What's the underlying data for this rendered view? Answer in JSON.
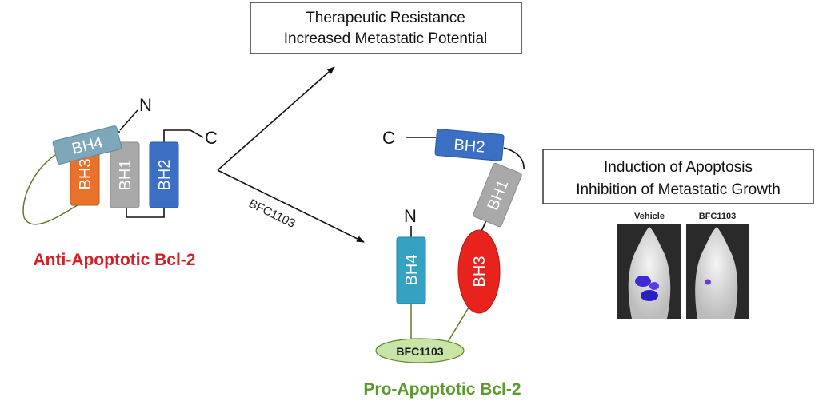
{
  "top_box": {
    "line1": "Therapeutic Resistance",
    "line2": "Increased Metastatic Potential"
  },
  "right_box": {
    "line1": "Induction of Apoptosis",
    "line2": "Inhibition of Metastatic Growth"
  },
  "anti_apoptotic": {
    "title": "Anti-Apoptotic Bcl-2",
    "n_terminus": "N",
    "c_terminus": "C",
    "domains": [
      "BH4",
      "BH3",
      "BH1",
      "BH2"
    ]
  },
  "pro_apoptotic": {
    "title": "Pro-Apoptotic Bcl-2",
    "n_terminus": "N",
    "c_terminus": "C",
    "domains": [
      "BH2",
      "BH1",
      "BH3",
      "BH4"
    ],
    "bound_compound": "BFC1103"
  },
  "arrow_label": "BFC1103",
  "images": {
    "vehicle_label": "Vehicle",
    "treated_label": "BFC1103"
  },
  "colors": {
    "anti_title": "#d31f26",
    "pro_title": "#5a9a2d",
    "bh1": "#a9a9a9",
    "bh2": "#3b6fc4",
    "bh3_anti": "#e8722c",
    "bh3_pro": "#e8231e",
    "bh4_anti": "#7ea7b9",
    "bh4_pro": "#35a2c4",
    "compound_fill": "#c8e4a6",
    "loop": "#5c7a2a"
  }
}
